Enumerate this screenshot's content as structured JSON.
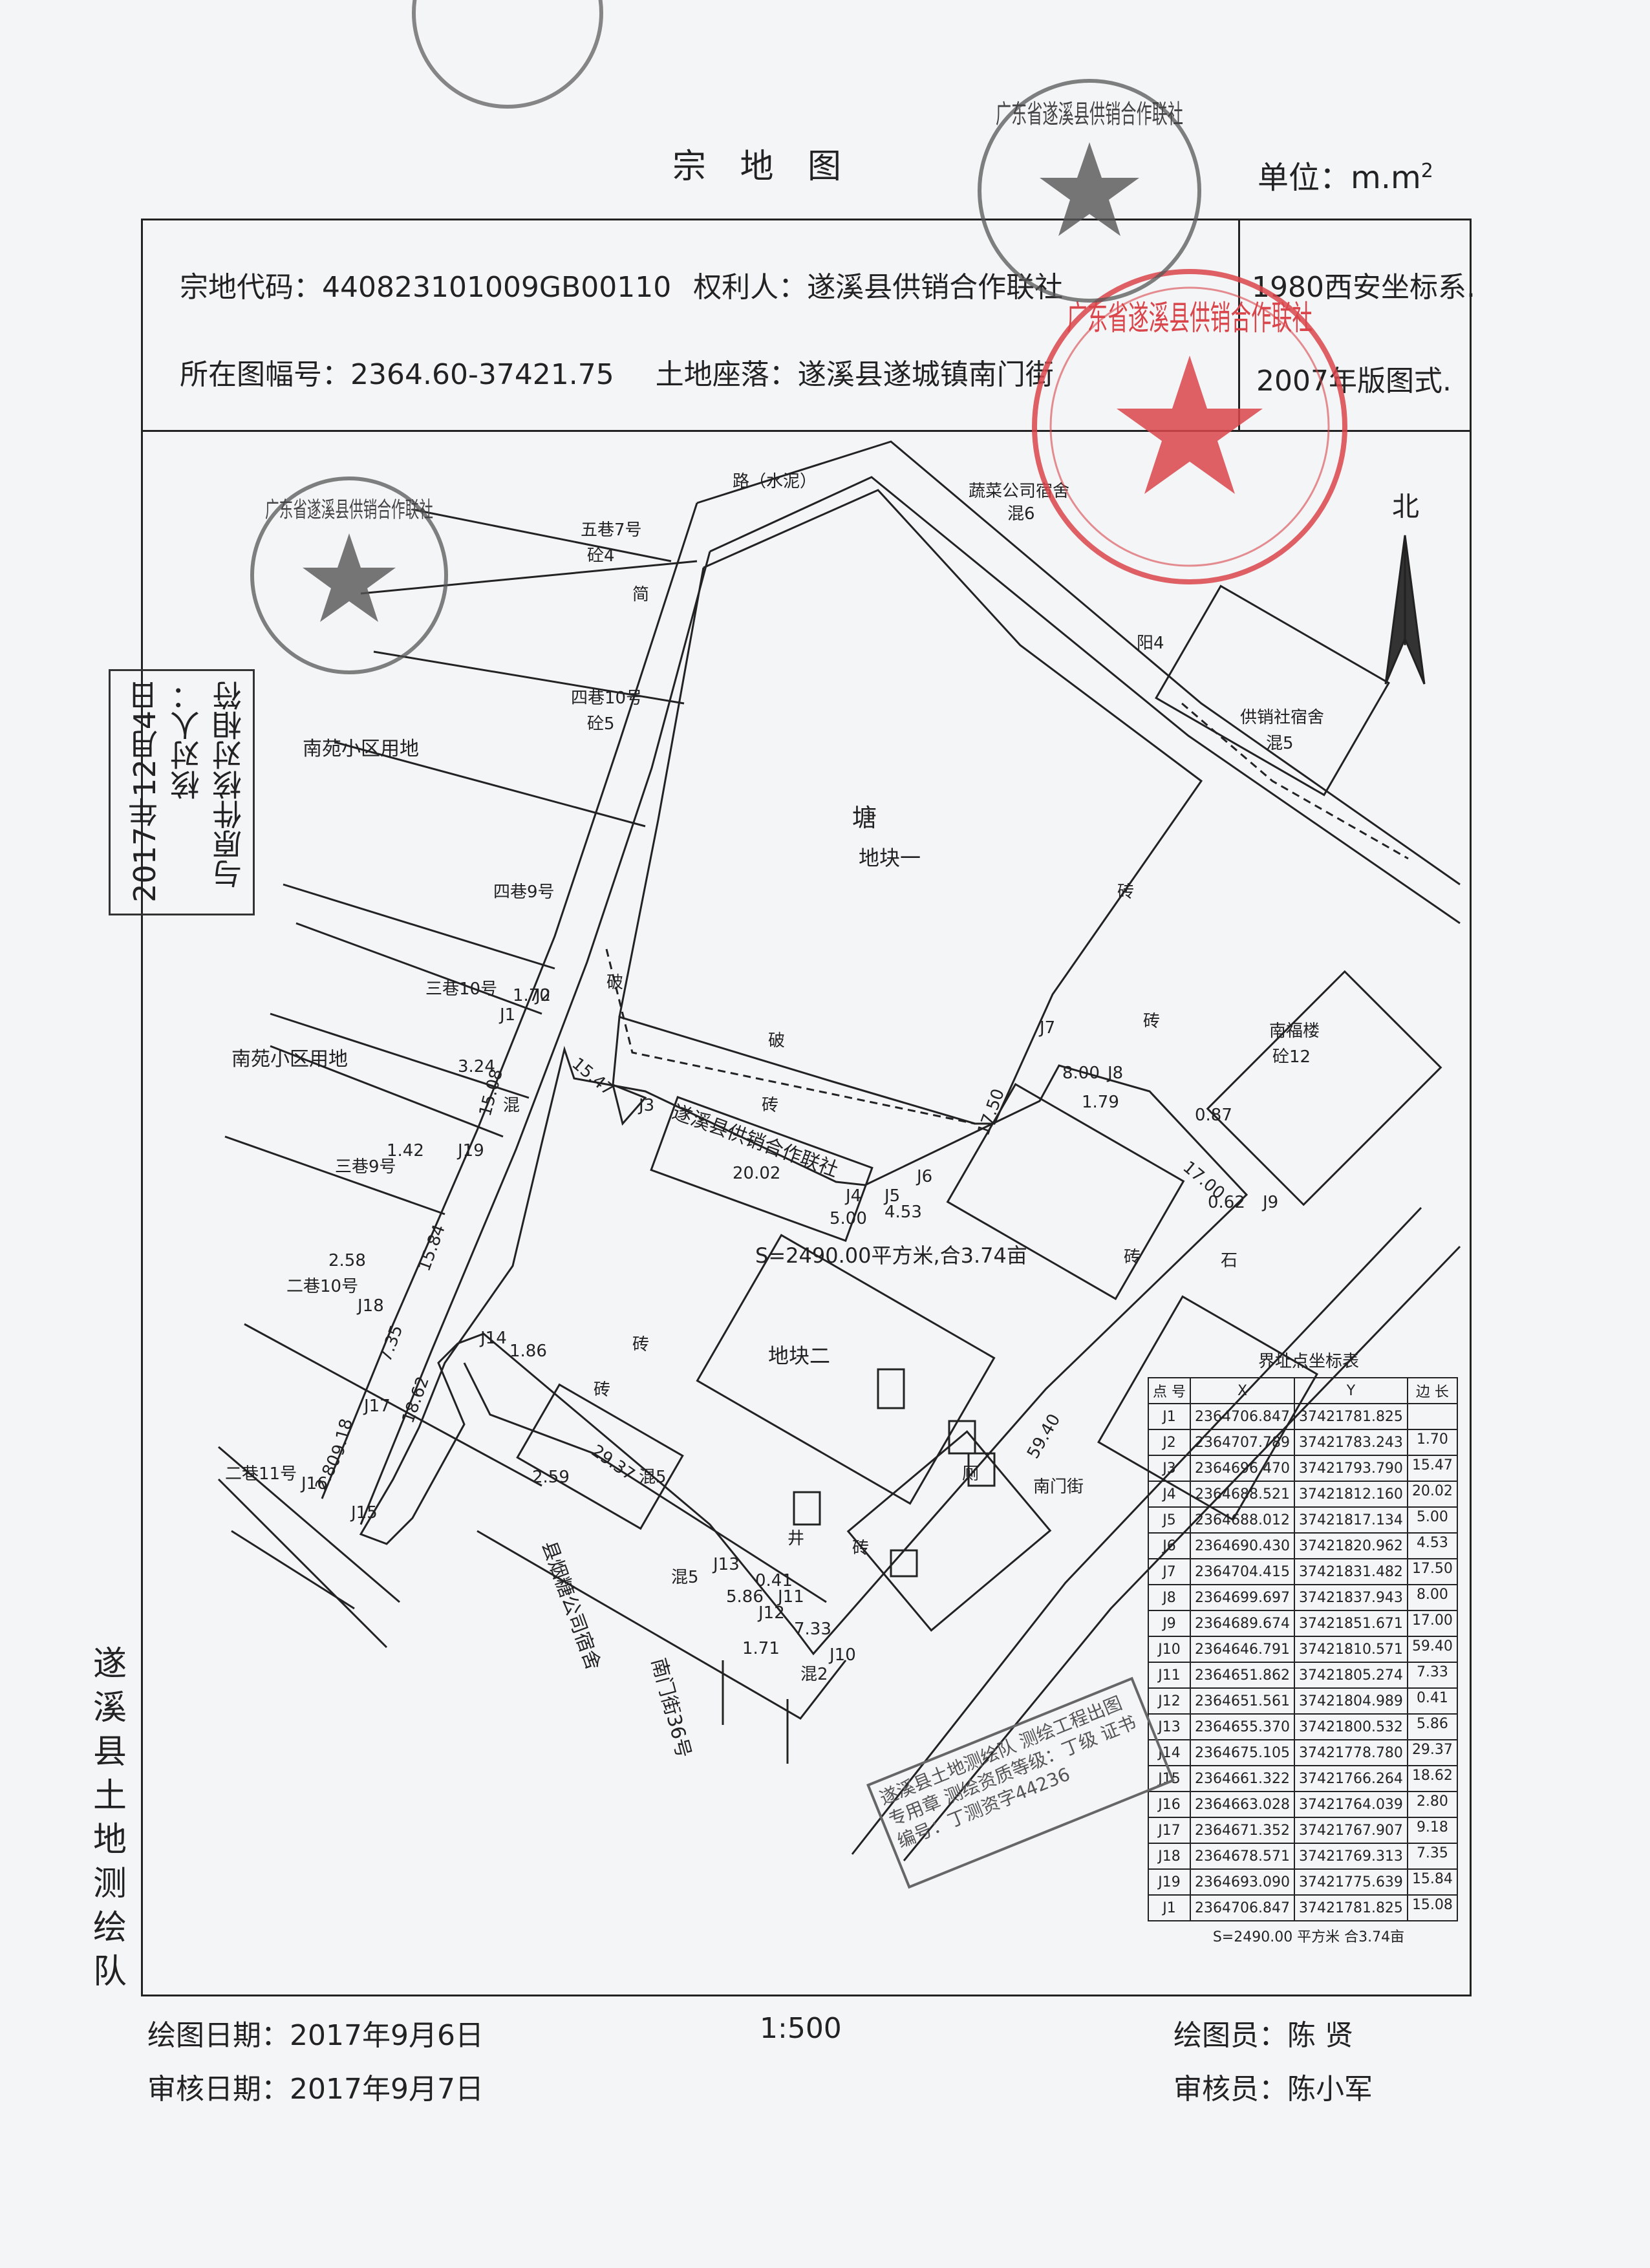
{
  "title": "宗 地 图",
  "unit": "单位：m.m",
  "unit_sup": "2",
  "header": {
    "parcel_code_label": "宗地代码：",
    "parcel_code": "440823101009GB00110",
    "owner_label": "权利人：",
    "owner": "遂溪县供销合作联社",
    "sheet_label": "所在图幅号：",
    "sheet_no": "2364.60-37421.75",
    "location_label": "土地座落：",
    "location": "遂溪县遂城镇南门街",
    "coord_system": "1980西安坐标系.",
    "map_style": "2007年版图式."
  },
  "map_labels": {
    "north": "北",
    "road_top": "路（水泥）",
    "vegetable_dorm": "蔬菜公司宿舍",
    "veg_dorm_mix": "混6",
    "pond": "塘",
    "block1": "地块一",
    "block2": "地块二",
    "nanyuan1": "南苑小区用地",
    "nanyuan2": "南苑小区用地",
    "supply_dorm": "供销社宿舍",
    "supply_dorm_mix": "混5",
    "nanfu": "南福楼",
    "nanfu_mix": "砼12",
    "owner_building": "遂溪县供销合作联社",
    "area": "S=2490.00平方米,合3.74亩",
    "nanmen_street": "南门街",
    "nanmen36": "南门街36号",
    "tobacco_dorm": "县烟糖公司宿舍",
    "alley5_7": "五巷7号",
    "alley4_10": "四巷10号",
    "alley4_9": "四巷9号",
    "alley3_10": "三巷10号",
    "alley3_9": "三巷9号",
    "alley2_10": "二巷10号",
    "alley2_11": "二巷11号",
    "brick": "砖",
    "broken": "破",
    "yang4": "阳4",
    "mix5": "混5",
    "mix2": "混2",
    "mix": "混",
    "well": "井",
    "toilet": "厕",
    "stone": "石",
    "tong4": "砼4",
    "tong5": "砼5",
    "jian": "简",
    "p_j1": "J1",
    "p_j2": "J2",
    "p_j3": "J3",
    "p_j4": "J4",
    "p_j5": "J5",
    "p_j6": "J6",
    "p_j7": "J7",
    "p_j8": "J8",
    "p_j9": "J9",
    "p_j10": "J10",
    "p_j11": "J11",
    "p_j12": "J12",
    "p_j13": "J13",
    "p_j14": "J14",
    "p_j15": "J15",
    "p_j16": "J16",
    "p_j17": "J17",
    "p_j18": "J18",
    "p_j19": "J19",
    "d_170": "1.70",
    "d_1547": "15.47",
    "d_2002": "20.02",
    "d_500": "5.00",
    "d_453": "4.53",
    "d_1750": "17.50",
    "d_800": "8.00",
    "d_1700": "17.00",
    "d_5940": "59.40",
    "d_733": "7.33",
    "d_041": "0.41",
    "d_586": "5.86",
    "d_2937": "29.37",
    "d_280": "2.80",
    "d_918": "9.18",
    "d_735": "7.35",
    "d_1584": "15.84",
    "d_1508": "15.08",
    "d_324": "3.24",
    "d_142": "1.42",
    "d_258": "2.58",
    "d_186": "1.86",
    "d_1862": "18.62",
    "d_259": "2.59",
    "d_171": "1.71",
    "d_179": "1.79",
    "d_087": "0.87",
    "d_062": "0.62"
  },
  "coord_table": {
    "title": "界址点坐标表",
    "headers": [
      "点 号",
      "X",
      "Y",
      "边 长"
    ],
    "rows": [
      [
        "J1",
        "2364706.847",
        "37421781.825"
      ],
      [
        "J2",
        "2364707.789",
        "37421783.243"
      ],
      [
        "J3",
        "2364696.470",
        "37421793.790"
      ],
      [
        "J4",
        "2364688.521",
        "37421812.160"
      ],
      [
        "J5",
        "2364688.012",
        "37421817.134"
      ],
      [
        "J6",
        "2364690.430",
        "37421820.962"
      ],
      [
        "J7",
        "2364704.415",
        "37421831.482"
      ],
      [
        "J8",
        "2364699.697",
        "37421837.943"
      ],
      [
        "J9",
        "2364689.674",
        "37421851.671"
      ],
      [
        "J10",
        "2364646.791",
        "37421810.571"
      ],
      [
        "J11",
        "2364651.862",
        "37421805.274"
      ],
      [
        "J12",
        "2364651.561",
        "37421804.989"
      ],
      [
        "J13",
        "2364655.370",
        "37421800.532"
      ],
      [
        "J14",
        "2364675.105",
        "37421778.780"
      ],
      [
        "J15",
        "2364661.322",
        "37421766.264"
      ],
      [
        "J16",
        "2364663.028",
        "37421764.039"
      ],
      [
        "J17",
        "2364671.352",
        "37421767.907"
      ],
      [
        "J18",
        "2364678.571",
        "37421769.313"
      ],
      [
        "J19",
        "2364693.090",
        "37421775.639"
      ],
      [
        "J1",
        "2364706.847",
        "37421781.825"
      ]
    ],
    "edges": [
      "1.70",
      "15.47",
      "20.02",
      "5.00",
      "4.53",
      "17.50",
      "8.00",
      "17.00",
      "59.40",
      "7.33",
      "0.41",
      "5.86",
      "29.37",
      "18.62",
      "2.80",
      "9.18",
      "7.35",
      "15.84",
      "15.08"
    ],
    "footer": "S=2490.00 平方米 合3.74亩"
  },
  "stamps": {
    "red_seal": "广东省遂溪县供销合作联社",
    "gray_seal1": "广东省遂溪县供销合作联社",
    "gray_seal2": "广东省遂溪县供销合作联社",
    "survey_stamp": "遂溪县土地测绘队 测绘工程出图专用章 测绘资质等级：丁级 证书编号：丁测资字44236",
    "verify_line1": "与原件核对相符",
    "verify_line2": "核对人：",
    "verify_date": "2017年12月4日"
  },
  "footer": {
    "draw_date_label": "绘图日期：",
    "draw_date": "2017年9月6日",
    "review_date_label": "审核日期：",
    "review_date": "2017年9月7日",
    "scale": "1:500",
    "drawer_label": "绘图员：",
    "drawer": "陈 贤",
    "reviewer_label": "审核员：",
    "reviewer": "陈小军"
  },
  "side_text": "遂溪县土地测绘队",
  "colors": {
    "ink": "#222222",
    "red_seal": "#d9454a",
    "gray_seal": "#555555",
    "paper": "#f4f5f7"
  }
}
